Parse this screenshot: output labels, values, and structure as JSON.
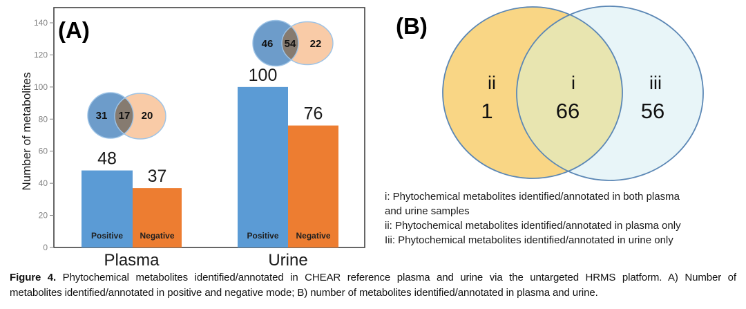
{
  "chart_data": [
    {
      "type": "bar",
      "panel": "A",
      "title": "(A)",
      "ylabel": "Number of metabolites",
      "ylim": [
        0,
        150
      ],
      "yticks": [
        0,
        20,
        40,
        60,
        80,
        100,
        120,
        140
      ],
      "grid": false,
      "categories": [
        "Plasma",
        "Urine"
      ],
      "series": [
        {
          "name": "Positive",
          "values": [
            48,
            100
          ],
          "color": "#5B9BD5"
        },
        {
          "name": "Negative",
          "values": [
            37,
            76
          ],
          "color": "#ED7D31"
        }
      ],
      "bar_value_labels": [
        48,
        37,
        100,
        76
      ],
      "inset_venns": [
        {
          "group": "Plasma",
          "positive_only": 31,
          "overlap": 17,
          "negative_only": 20
        },
        {
          "group": "Urine",
          "positive_only": 46,
          "overlap": 54,
          "negative_only": 22
        }
      ]
    },
    {
      "type": "venn",
      "panel": "B",
      "title": "(B)",
      "regions": [
        {
          "label": "ii",
          "value": 1
        },
        {
          "label": "i",
          "value": 66
        },
        {
          "label": "iii",
          "value": 56
        }
      ],
      "legend_position": "below"
    }
  ],
  "colors": {
    "positive": "#5B9BD5",
    "negative": "#ED7D31",
    "venn_blue": "#6D9CCA",
    "venn_peach": "#F9CBA7",
    "venn_overlap": "#867B70",
    "venn_stroke": "#9DC3E6",
    "b_yellow": "#F9D685",
    "b_pale_blue": "#E8F5F8",
    "b_overlap": "#E8E5B0",
    "b_stroke": "#5B87B5",
    "axis_tick": "#808080",
    "frame": "#404040",
    "text": "#1a1a1a"
  },
  "panel_b": {
    "legend_lines": [
      "i: Phytochemical metabolites identified/annotated in both plasma",
      "and urine samples",
      "ii: Phytochemical metabolites identified/annotated in plasma only",
      "Iii: Phytochemical metabolites identified/annotated in urine only"
    ]
  },
  "caption": {
    "label": "Figure 4.",
    "line1": "Phytochemical metabolites identified/annotated in CHEAR reference plasma and urine via the untargeted HRMS platform. A) Number of",
    "line2": "metabolites identified/annotated in positive and negative mode; B) number of metabolites identified/annotated in plasma and urine."
  }
}
